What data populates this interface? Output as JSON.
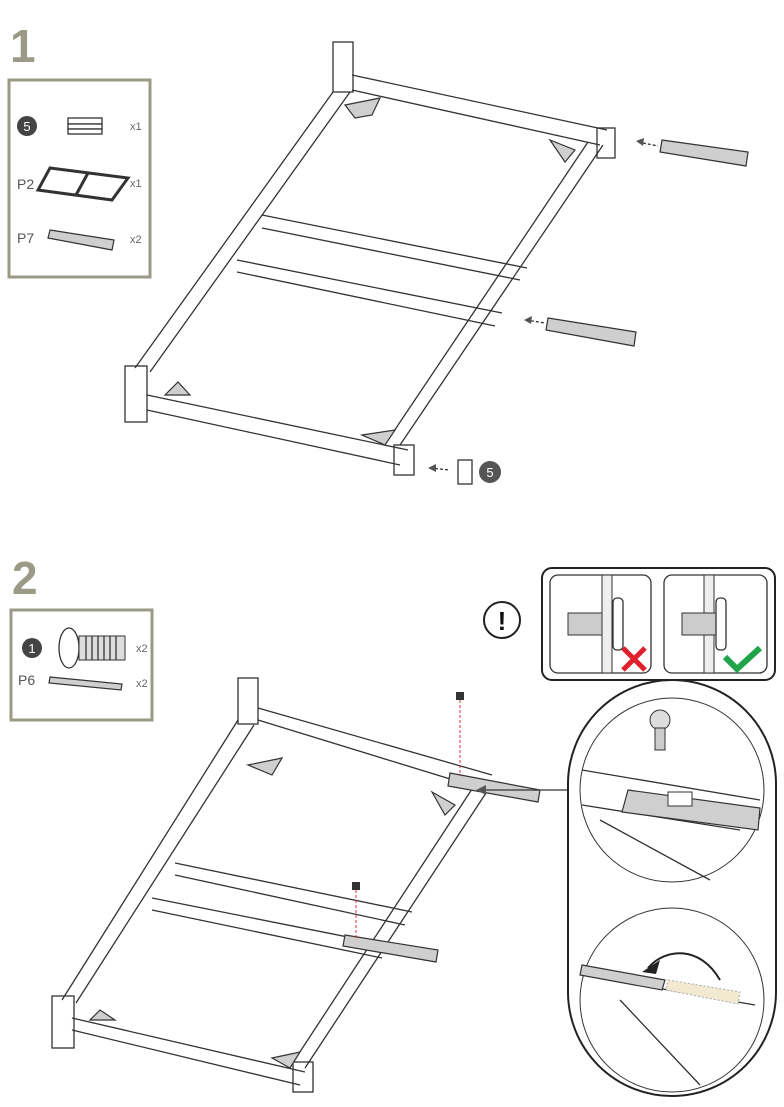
{
  "step1": {
    "number": "1",
    "parts": [
      {
        "id": "5",
        "qty": "x1"
      },
      {
        "id": "P2",
        "qty": "x1"
      },
      {
        "id": "P7",
        "qty": "x2"
      }
    ],
    "callout": "5"
  },
  "step2": {
    "number": "2",
    "parts": [
      {
        "id": "1",
        "qty": "x2"
      },
      {
        "id": "P6",
        "qty": "x2"
      }
    ],
    "warning_symbol": "!"
  },
  "colors": {
    "step_number": "#9b9a86",
    "box_border": "#9b9a86",
    "wrong": "#e0202a",
    "right": "#1fa44a"
  }
}
